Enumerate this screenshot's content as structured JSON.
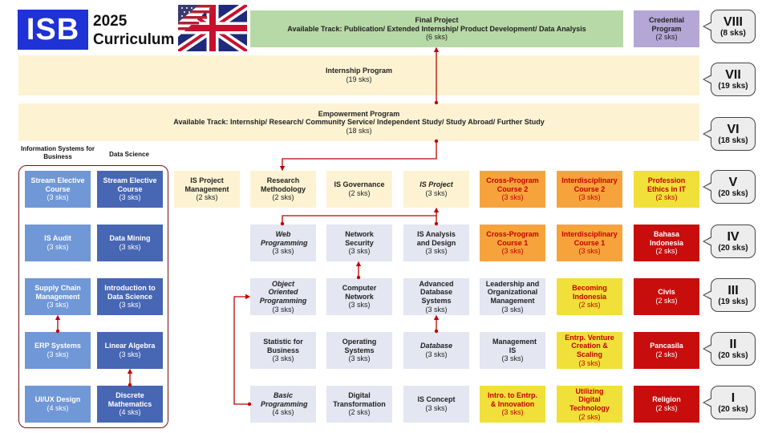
{
  "header": {
    "logo": "ISB",
    "year": "2025",
    "subtitle": "Curriculum",
    "flag_icon": "uk-us-flag-icon"
  },
  "colors": {
    "logo_blue": "#1f32d6",
    "cream": "#fdf3d3",
    "light_gray": "#e4e6f1",
    "light_blue": "#7097d6",
    "dark_blue": "#4766b4",
    "orange": "#f7a33c",
    "yellow": "#f1e039",
    "red": "#c80d0d",
    "green": "#b7d9a7",
    "purple": "#b4a7d6",
    "connector": "#c00000"
  },
  "tracks": {
    "is_business": "Information Systems for Business",
    "data_science": "Data Science"
  },
  "semesters": [
    {
      "roman": "VIII",
      "sks": "(8 sks)"
    },
    {
      "roman": "VII",
      "sks": "(19 sks)"
    },
    {
      "roman": "VI",
      "sks": "(18 sks)"
    },
    {
      "roman": "V",
      "sks": "(20 sks)"
    },
    {
      "roman": "IV",
      "sks": "(20 sks)"
    },
    {
      "roman": "III",
      "sks": "(19 sks)"
    },
    {
      "roman": "II",
      "sks": "(20 sks)"
    },
    {
      "roman": "I",
      "sks": "(20 sks)"
    }
  ],
  "banners": {
    "final": {
      "title": "Final Project",
      "detail": "Available Track: Publication/ Extended Internship/ Product Development/ Data Analysis",
      "sks": "(6 sks)"
    },
    "credential": {
      "title": "Credential Program",
      "sks": "(2 sks)"
    },
    "internship": {
      "title": "Internship Program",
      "sks": "(19 sks)"
    },
    "empowerment": {
      "title": "Empowerment Program",
      "detail": "Available Track: Internship/ Research/ Community Service/ Independent Study/ Study Abroad/ Further Study",
      "sks": "(18 sks)"
    }
  },
  "courses": {
    "isb_elective": {
      "name": "Stream Elective Course",
      "sks": "(3 sks)"
    },
    "ds_elective": {
      "name": "Stream Elective Course",
      "sks": "(3 sks)"
    },
    "is_audit": {
      "name": "IS Audit",
      "sks": "(3 sks)"
    },
    "data_mining": {
      "name": "Data Mining",
      "sks": "(3 sks)"
    },
    "supply_chain": {
      "name": "Supply Chain Management",
      "sks": "(3 sks)"
    },
    "intro_ds": {
      "name": "Introduction to Data Science",
      "sks": "(3 sks)"
    },
    "erp": {
      "name": "ERP Systems",
      "sks": "(3 sks)"
    },
    "linear_algebra": {
      "name": "Linear Algebra",
      "sks": "(3 sks)"
    },
    "uiux": {
      "name": "UI/UX Design",
      "sks": "(4 sks)"
    },
    "discrete_math": {
      "name": "Discrete Mathematics",
      "sks": "(4 sks)"
    },
    "is_project_mgmt": {
      "name": "IS Project Management",
      "sks": "(2 sks)"
    },
    "research_method": {
      "name": "Research Methodology",
      "sks": "(2 sks)"
    },
    "is_governance": {
      "name": "IS Governance",
      "sks": "(2 sks)"
    },
    "is_project": {
      "name": "IS Project",
      "sks": "(3 sks)"
    },
    "cross_program_2": {
      "name": "Cross-Program Course 2",
      "sks": "(3 sks)"
    },
    "interdisciplinary_2": {
      "name": "Interdisciplinary Course 2",
      "sks": "(3 sks)"
    },
    "profession_ethics": {
      "name": "Profession Ethics in IT",
      "sks": "(2 sks)"
    },
    "web_programming": {
      "name": "Web Programming",
      "sks": "(3 sks)"
    },
    "network_security": {
      "name": "Network Security",
      "sks": "(3 sks)"
    },
    "is_analysis": {
      "name": "IS Analysis and Design",
      "sks": "(3 sks)"
    },
    "cross_program_1": {
      "name": "Cross-Program Course 1",
      "sks": "(3 sks)"
    },
    "interdisciplinary_1": {
      "name": "Interdisciplinary Course 1",
      "sks": "(3 sks)"
    },
    "bahasa_indonesia": {
      "name": "Bahasa Indonesia",
      "sks": "(2 sks)"
    },
    "oop": {
      "name": "Object Oriented Programming",
      "sks": "(3 sks)"
    },
    "computer_network": {
      "name": "Computer Network",
      "sks": "(3 sks)"
    },
    "advanced_db": {
      "name": "Advanced Database Systems",
      "sks": "(3 sks)"
    },
    "leadership": {
      "name": "Leadership and Organizational Management",
      "sks": "(3 sks)"
    },
    "becoming_indonesia": {
      "name": "Becoming Indonesia",
      "sks": "(2 sks)"
    },
    "civis": {
      "name": "Civis",
      "sks": "(2 sks)"
    },
    "statistic_business": {
      "name": "Statistic for Business",
      "sks": "(3 sks)"
    },
    "operating_systems": {
      "name": "Operating Systems",
      "sks": "(3 sks)"
    },
    "database": {
      "name": "Database",
      "sks": "(3 sks)"
    },
    "management_is": {
      "name": "Management IS",
      "sks": "(3 sks)"
    },
    "entrepreneur_venture": {
      "name": "Entrp. Venture Creation & Scaling",
      "sks": "(3 sks)"
    },
    "pancasila": {
      "name": "Pancasila",
      "sks": "(2 sks)"
    },
    "basic_programming": {
      "name": "Basic Programming",
      "sks": "(4 sks)"
    },
    "digital_transformation": {
      "name": "Digital Transformation",
      "sks": "(2 sks)"
    },
    "is_concept": {
      "name": "IS Concept",
      "sks": "(3 sks)"
    },
    "intro_entrepreneur": {
      "name": "Intro. to Entrp. & Innovation",
      "sks": "(3 sks)"
    },
    "utilizing_digital": {
      "name": "Utilizing Digital Technology",
      "sks": "(2 sks)"
    },
    "religion": {
      "name": "Religion",
      "sks": "(2 sks)"
    }
  }
}
